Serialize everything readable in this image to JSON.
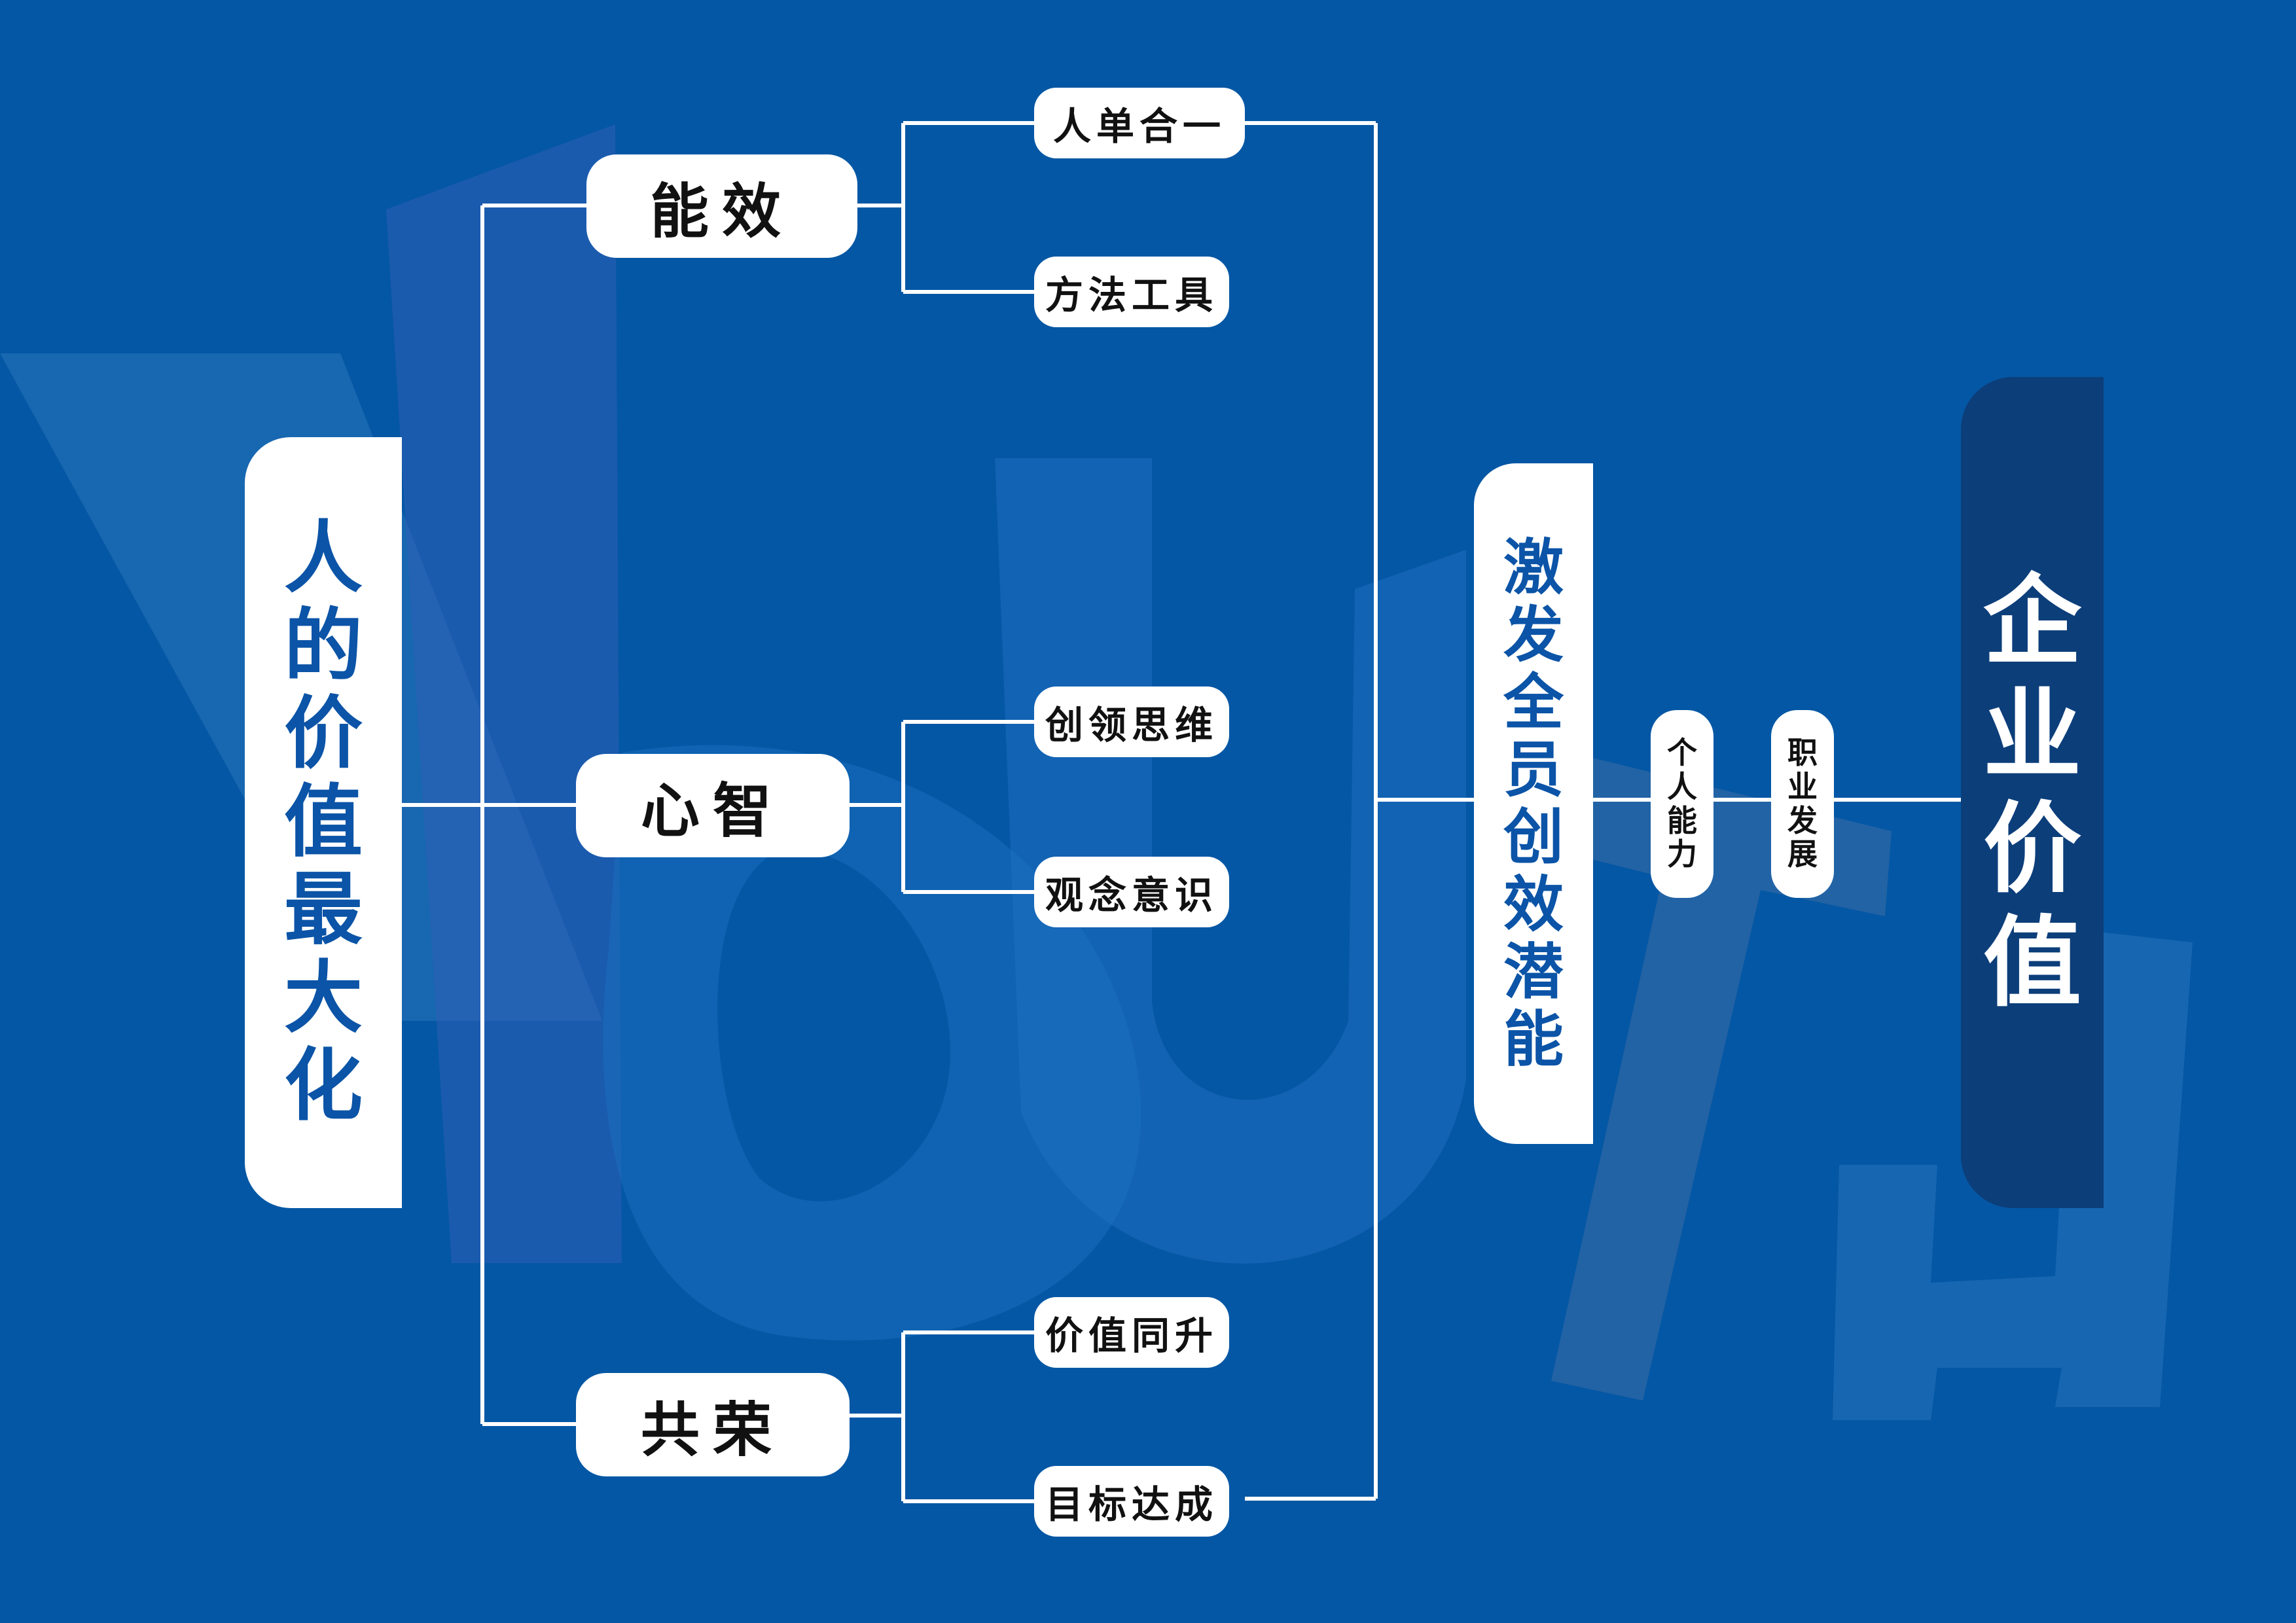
{
  "colors": {
    "background": "#0457A4",
    "node_fill": "#FFFFFF",
    "node_text": "#111111",
    "accent_text": "#0B54A7",
    "target_fill": "#0C3E7A",
    "connector": "#FFFFFF"
  },
  "background_watermark": "YOUTH",
  "root": {
    "text": "人的价值最大化",
    "chars": [
      "人",
      "的",
      "价",
      "值",
      "最",
      "大",
      "化"
    ]
  },
  "branches": [
    {
      "label": "能效",
      "children": [
        "人单合一",
        "方法工具"
      ]
    },
    {
      "label": "心智",
      "children": [
        "创领思维",
        "观念意识"
      ]
    },
    {
      "label": "共荣",
      "children": [
        "价值同升",
        "目标达成"
      ]
    }
  ],
  "middle": {
    "text": "激发全员创效潜能",
    "chars": [
      "激",
      "发",
      "全",
      "员",
      "创",
      "效",
      "潜",
      "能"
    ]
  },
  "paths": [
    {
      "text": "个人能力",
      "chars": [
        "个",
        "人",
        "能",
        "力"
      ]
    },
    {
      "text": "职业发展",
      "chars": [
        "职",
        "业",
        "发",
        "展"
      ]
    }
  ],
  "target": {
    "text": "企业价值",
    "chars": [
      "企",
      "业",
      "价",
      "值"
    ]
  }
}
